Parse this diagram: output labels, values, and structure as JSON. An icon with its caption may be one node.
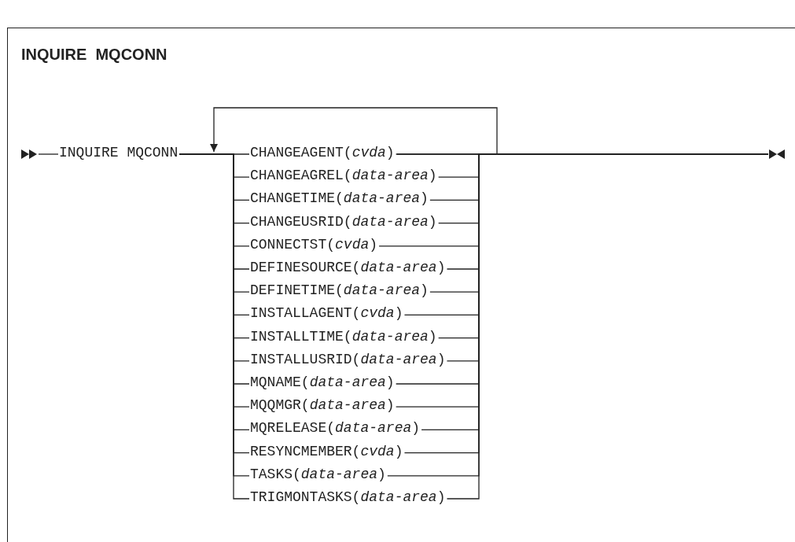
{
  "diagram": {
    "title": "INQUIRE  MQCONN",
    "nodes": [
      {
        "text": [],
        "shape": "picture"
      },
      {
        "text": [
          "INQUIRE MQCONN"
        ]
      },
      {
        "text": [
          "CHANGEAGENT(*cvda*)"
        ]
      },
      {
        "text": [
          "CHANGEAGREL(*data-area*)"
        ]
      },
      {
        "text": [
          "CHANGETIME(*data-area*)"
        ]
      },
      {
        "text": [
          "CHANGEUSRID(*data-area*)"
        ]
      },
      {
        "text": [
          "CONNECTST(*cvda*)"
        ]
      },
      {
        "text": [
          "DEFINESOURCE(*data-area*)"
        ]
      },
      {
        "text": [
          "DEFINETIME(*data-area*)"
        ]
      },
      {
        "text": [
          "INSTALLAGENT(*cvda*)"
        ]
      },
      {
        "text": [
          "INSTALLTIME(*data-area*)"
        ]
      },
      {
        "text": [
          "INSTALLUSRID(*data-area*)"
        ]
      },
      {
        "text": [
          "MQNAME(*data-area*)"
        ]
      },
      {
        "text": [
          "MQQMGR(*data-area*)"
        ]
      },
      {
        "text": [
          "MQRELEASE(*data-area*)"
        ]
      },
      {
        "text": [
          "RESYNCMEMBER(*cvda*)"
        ]
      },
      {
        "text": [
          "TASKS(*data-area*)"
        ]
      },
      {
        "text": [
          "TRIGMONTASKS(*data-area*)"
        ]
      },
      {
        "text": [],
        "shape": "picture"
      }
    ],
    "edges": [
      {
        "from": 0,
        "to": 1,
        "arrow": "none"
      },
      {
        "from": 1,
        "to": 2,
        "arrow": "none"
      },
      {
        "from": 1,
        "to": 3,
        "arrow": "none"
      },
      {
        "from": 1,
        "to": 4,
        "arrow": "none"
      },
      {
        "from": 1,
        "to": 5,
        "arrow": "none"
      },
      {
        "from": 1,
        "to": 6,
        "arrow": "none"
      },
      {
        "from": 1,
        "to": 7,
        "arrow": "none"
      },
      {
        "from": 1,
        "to": 8,
        "arrow": "none"
      },
      {
        "from": 1,
        "to": 9,
        "arrow": "none"
      },
      {
        "from": 1,
        "to": 10,
        "arrow": "none"
      },
      {
        "from": 1,
        "to": 11,
        "arrow": "none"
      },
      {
        "from": 1,
        "to": 12,
        "arrow": "none"
      },
      {
        "from": 1,
        "to": 13,
        "arrow": "none"
      },
      {
        "from": 1,
        "to": 14,
        "arrow": "none"
      },
      {
        "from": 1,
        "to": 15,
        "arrow": "none"
      },
      {
        "from": 1,
        "to": 16,
        "arrow": "none"
      },
      {
        "from": 1,
        "to": 17,
        "arrow": "none"
      },
      {
        "from": 2,
        "to": 18,
        "arrow": "none"
      },
      {
        "from": 3,
        "to": 18,
        "arrow": "none"
      },
      {
        "from": 4,
        "to": 18,
        "arrow": "none"
      },
      {
        "from": 5,
        "to": 18,
        "arrow": "none"
      },
      {
        "from": 6,
        "to": 18,
        "arrow": "none"
      },
      {
        "from": 7,
        "to": 18,
        "arrow": "none"
      },
      {
        "from": 8,
        "to": 18,
        "arrow": "none"
      },
      {
        "from": 9,
        "to": 18,
        "arrow": "none"
      },
      {
        "from": 10,
        "to": 18,
        "arrow": "none"
      },
      {
        "from": 11,
        "to": 18,
        "arrow": "none"
      },
      {
        "from": 12,
        "to": 18,
        "arrow": "none"
      },
      {
        "from": 13,
        "to": 18,
        "arrow": "none"
      },
      {
        "from": 14,
        "to": 18,
        "arrow": "none"
      },
      {
        "from": 15,
        "to": 18,
        "arrow": "none"
      },
      {
        "from": 16,
        "to": 18,
        "arrow": "none"
      },
      {
        "from": 17,
        "to": 18,
        "arrow": "none"
      },
      {
        "from": 2,
        "to": null,
        "arrow": "to"
      }
    ]
  }
}
